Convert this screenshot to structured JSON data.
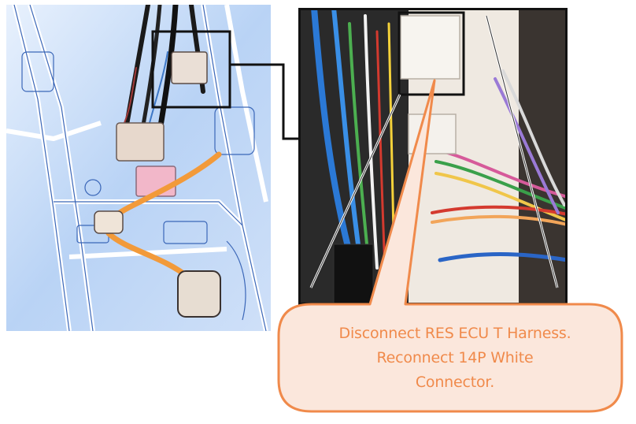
{
  "callout": {
    "line1": "Disconnect RES ECU T Harness.",
    "line2": "Reconnect 14P White",
    "line3": "Connector."
  },
  "colors": {
    "callout_border": "#f08a4b",
    "callout_fill": "#fbe7dc",
    "illustration_blue": "#a9c8f0",
    "frame": "#111111",
    "orange_wire": "#f29a3a"
  }
}
